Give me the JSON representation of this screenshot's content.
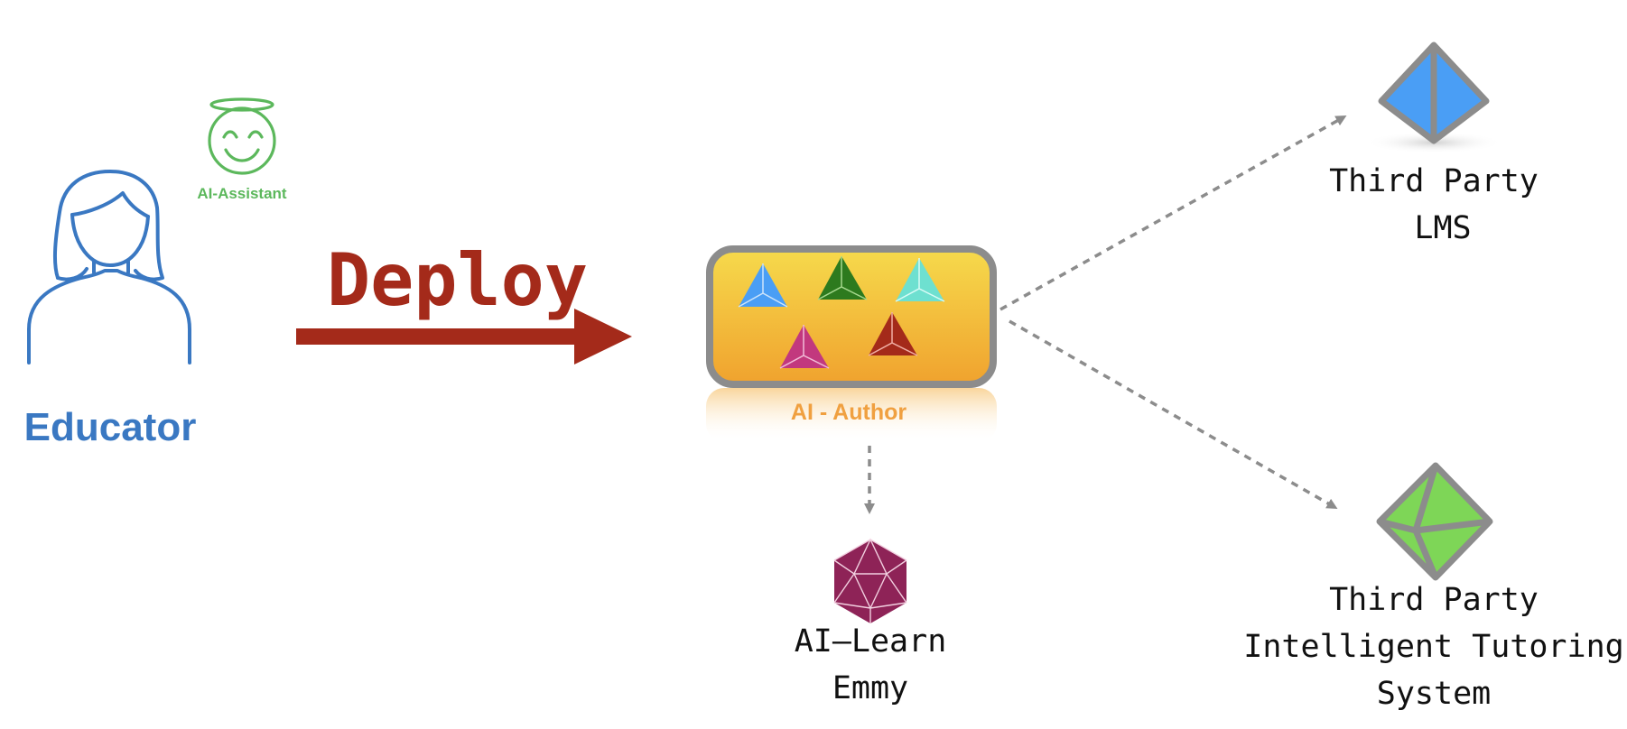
{
  "educator": {
    "label": "Educator",
    "icon": "person-outline-icon",
    "color": "#3a78c2"
  },
  "assistant": {
    "label": "AI-Assistant",
    "icon": "smiley-halo-icon",
    "color": "#5cb85c"
  },
  "deploy": {
    "label": "Deploy",
    "color": "#a42a1a"
  },
  "author": {
    "label": "AI - Author",
    "label_color": "#f0a040",
    "box_gradient": [
      "#f5d84a",
      "#f0a030"
    ],
    "border_color": "#8c8c8c",
    "pyramids": [
      {
        "name": "blue-pyramid-icon",
        "color": "#4a9ef5"
      },
      {
        "name": "green-pyramid-icon",
        "color": "#2d7a1e"
      },
      {
        "name": "teal-pyramid-icon",
        "color": "#6ee0d0"
      },
      {
        "name": "magenta-pyramid-icon",
        "color": "#c2387e"
      },
      {
        "name": "red-pyramid-icon",
        "color": "#a42a1a"
      }
    ]
  },
  "ai_learn": {
    "line1": "AI—Learn",
    "line2": "Emmy",
    "icon": "icosahedron-icon",
    "color": "#8e2357"
  },
  "lms": {
    "line1": "Third Party",
    "line2": "LMS",
    "icon": "blue-pyramid-icon",
    "color": "#4a9ef5"
  },
  "its": {
    "line1": "Third Party",
    "line2": "Intelligent Tutoring",
    "line3": "System",
    "icon": "green-octahedron-icon",
    "color": "#7ed657"
  }
}
